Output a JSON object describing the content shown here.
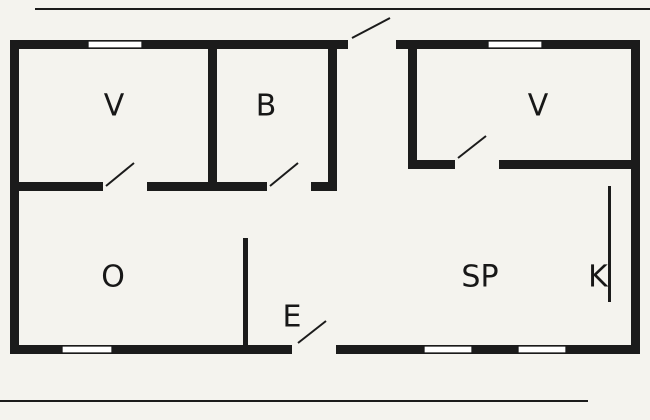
{
  "diagram_type": "floor-plan",
  "colors": {
    "background": "#f4f3ee",
    "wall": "#1b1b1b",
    "window_fill": "#ffffff",
    "label_text": "#171717"
  },
  "rooms": [
    {
      "id": "v-left",
      "label": "V"
    },
    {
      "id": "b",
      "label": "B"
    },
    {
      "id": "v-right",
      "label": "V"
    },
    {
      "id": "o",
      "label": "O"
    },
    {
      "id": "e",
      "label": "E"
    },
    {
      "id": "sp",
      "label": "SP"
    },
    {
      "id": "k",
      "label": "K"
    }
  ]
}
